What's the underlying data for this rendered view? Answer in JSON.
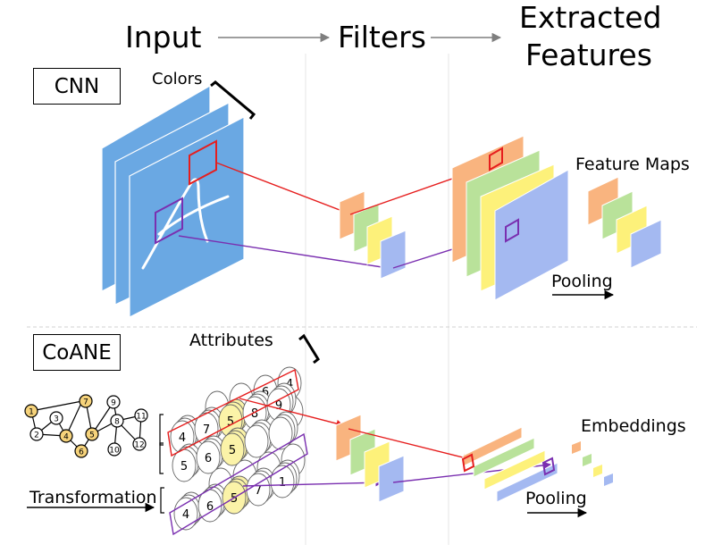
{
  "headers": {
    "input": "Input",
    "filters": "Filters",
    "extracted_line1": "Extracted",
    "extracted_line2": "Features"
  },
  "cnn": {
    "box_label": "CNN",
    "colors_label": "Colors",
    "feature_maps_label": "Feature Maps",
    "pooling_label": "Pooling",
    "glyph": "A"
  },
  "coane": {
    "box_label": "CoANE",
    "attributes_label": "Attributes",
    "transformation_label": "Transformation",
    "embeddings_label": "Embeddings",
    "pooling_label": "Pooling",
    "graph_nodes": [
      "1",
      "2",
      "3",
      "4",
      "5",
      "6",
      "7",
      "8",
      "9",
      "10",
      "11",
      "12"
    ],
    "highlighted_nodes": [
      "1",
      "4",
      "5",
      "6",
      "7"
    ],
    "matrix_rows": [
      [
        "4",
        "7",
        "5",
        "8",
        "9"
      ],
      [
        "5",
        "6",
        "5",
        "",
        ""
      ],
      [
        "4",
        "6",
        "5",
        "7",
        "1"
      ]
    ],
    "back_rows": [
      [
        "",
        "",
        "6",
        "4"
      ],
      [
        "",
        "",
        "",
        ""
      ],
      [
        "",
        "",
        "",
        ""
      ]
    ]
  },
  "colors": {
    "blue_layer": "#6aa8e3",
    "orange": "#f9b47f",
    "green": "#b9e29a",
    "yellow": "#fdf17a",
    "blue": "#a4b9f1",
    "red_window": "#e61e1e",
    "purple_window": "#7a2fb0",
    "node_highlight": "#f6d37b"
  }
}
